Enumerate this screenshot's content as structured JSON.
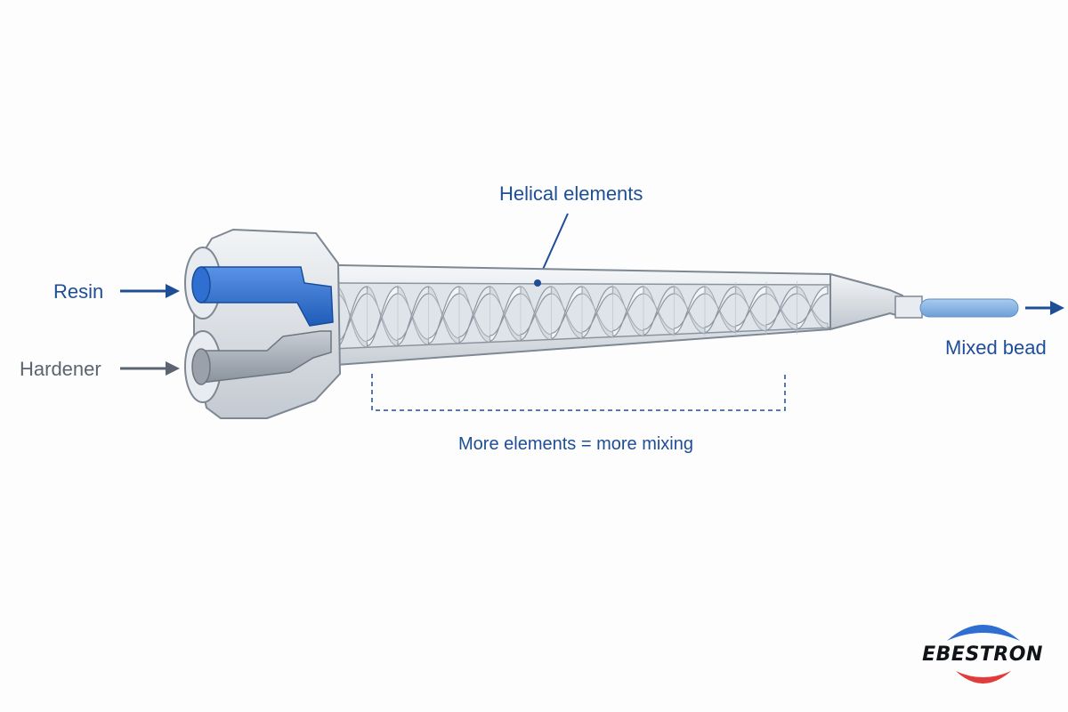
{
  "labels": {
    "helical": "Helical elements",
    "resin": "Resin",
    "hardener": "Hardener",
    "mixed": "Mixed bead",
    "more": "More elements = more mixing"
  },
  "brand": {
    "name": "EBESTRON"
  },
  "colors": {
    "resin_blue": "#2f6fd1",
    "hardener_gray": "#9aa1aa",
    "label_blue": "#1d4e96",
    "label_gray": "#5c6470",
    "bead_blue": "#8bb6e6",
    "logo_blue": "#2f6fd1",
    "logo_red": "#e23b3b"
  }
}
